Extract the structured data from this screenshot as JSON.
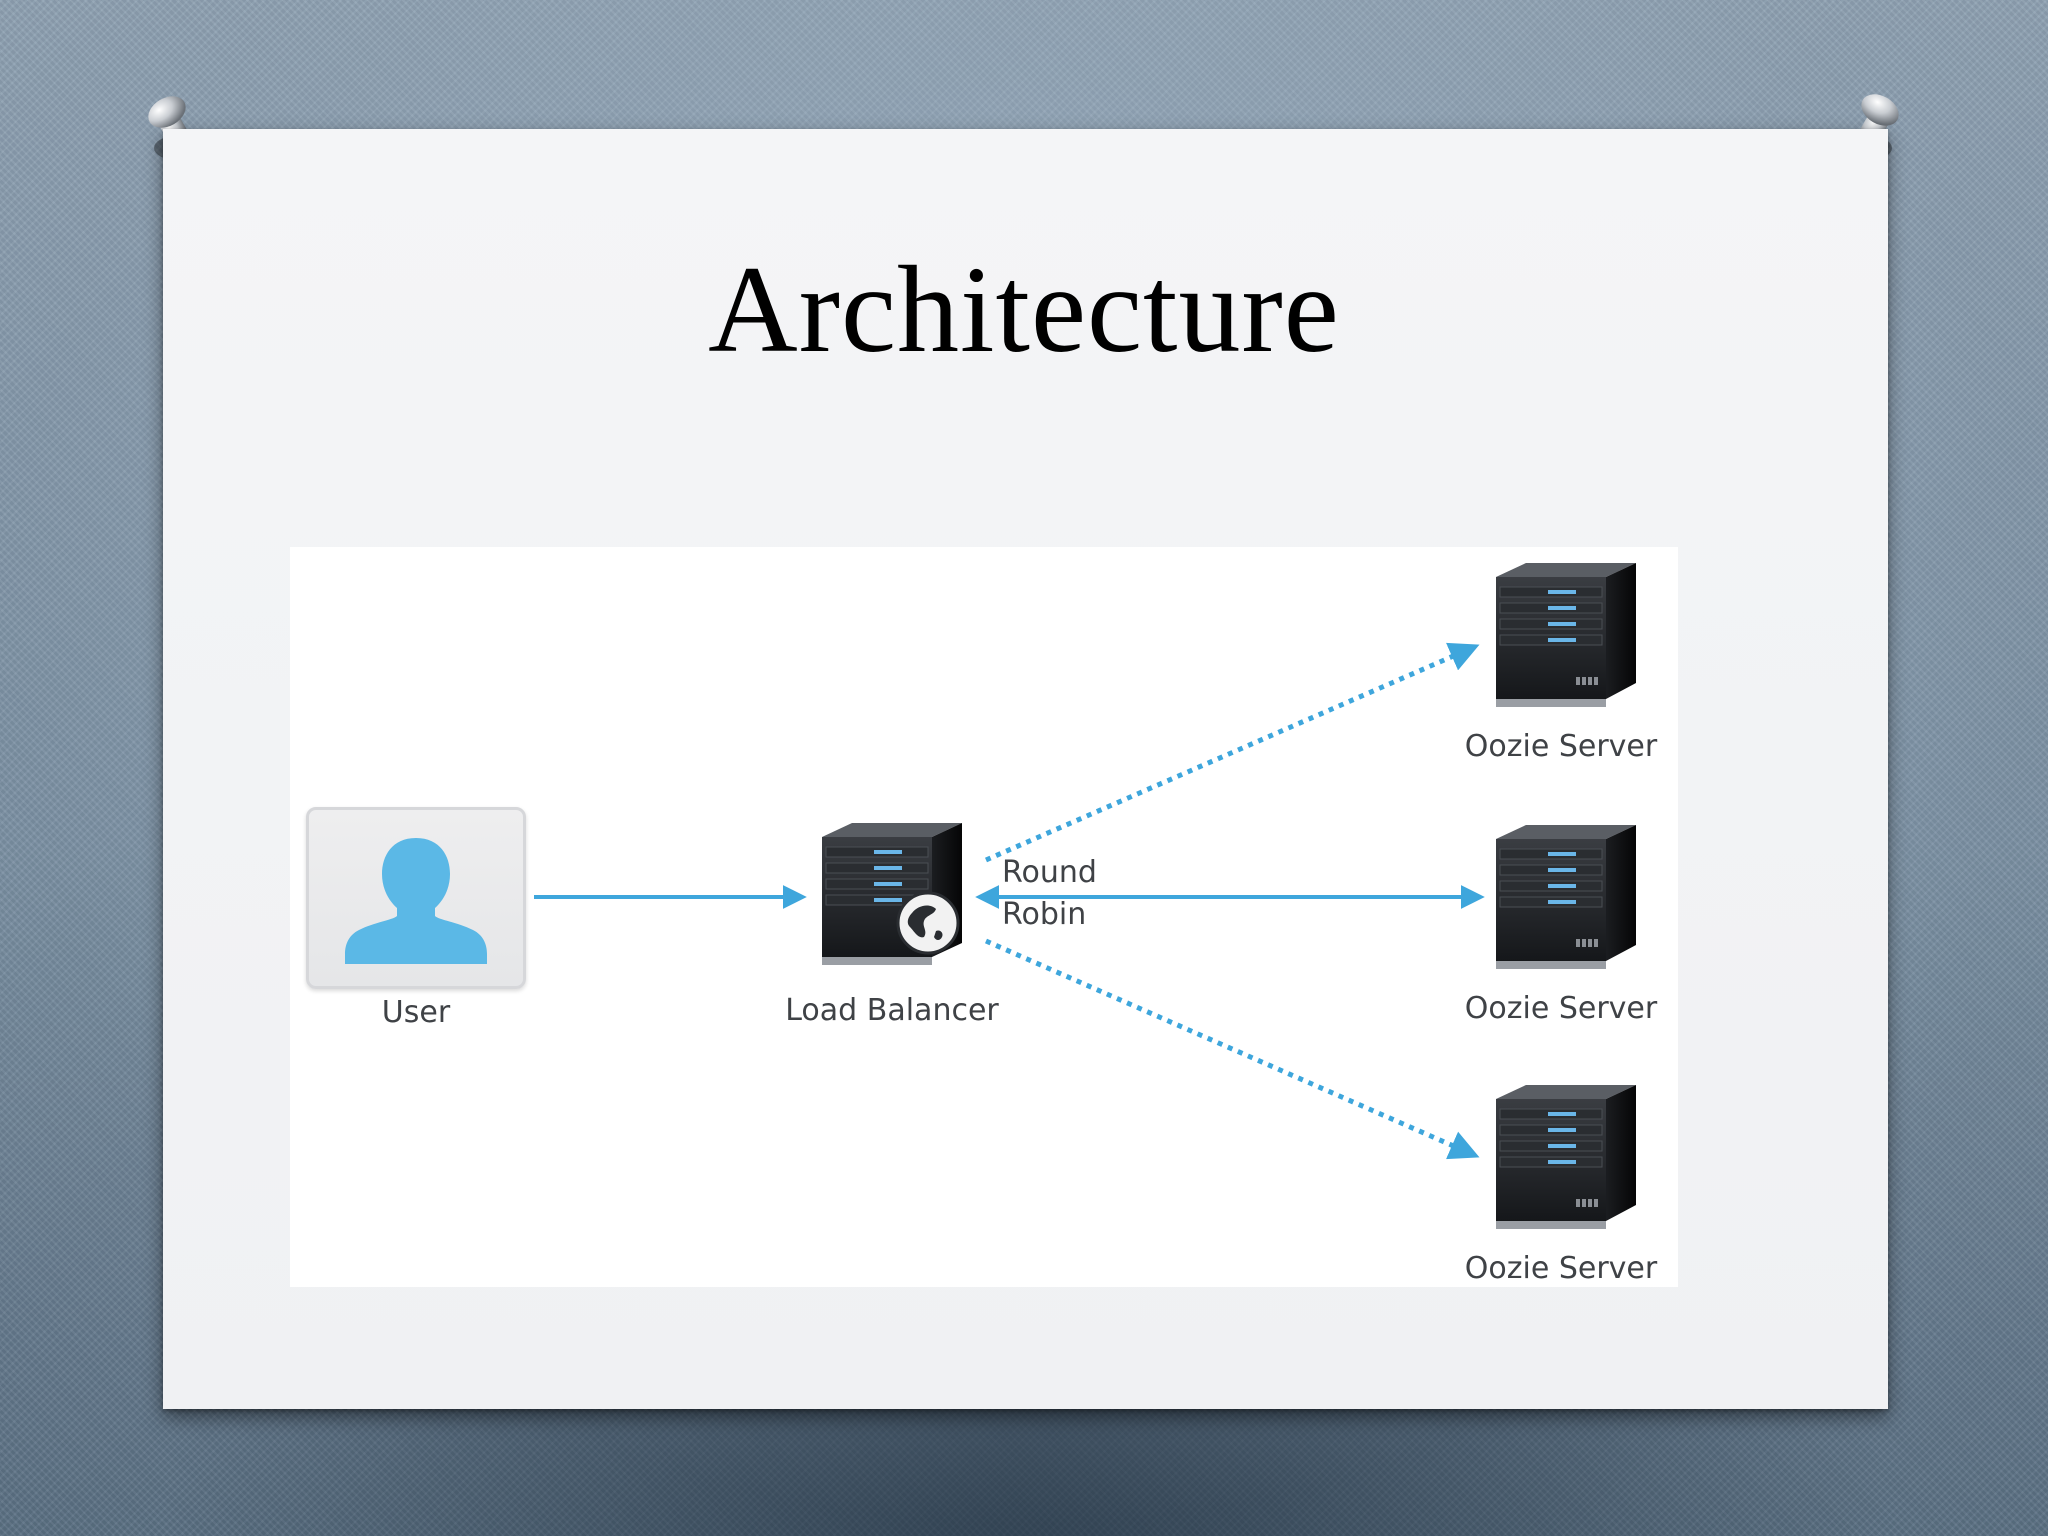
{
  "slide": {
    "title": "Architecture"
  },
  "diagram": {
    "accent_color": "#3ea6dc",
    "user": {
      "label": "User",
      "icon": "user-silhouette-icon"
    },
    "load_balancer": {
      "label": "Load Balancer",
      "icon": "server-globe-icon"
    },
    "routing": {
      "line1": "Round",
      "line2": "Robin"
    },
    "servers": [
      {
        "label": "Oozie Server",
        "icon": "server-icon"
      },
      {
        "label": "Oozie Server",
        "icon": "server-icon"
      },
      {
        "label": "Oozie Server",
        "icon": "server-icon"
      }
    ],
    "edges": [
      {
        "from": "User",
        "to": "Load Balancer",
        "style": "solid"
      },
      {
        "from": "Load Balancer",
        "to": "Oozie Server 1",
        "style": "dotted"
      },
      {
        "from": "Load Balancer",
        "to": "Oozie Server 2",
        "style": "solid",
        "bidirectional": true
      },
      {
        "from": "Load Balancer",
        "to": "Oozie Server 3",
        "style": "dotted"
      }
    ]
  }
}
